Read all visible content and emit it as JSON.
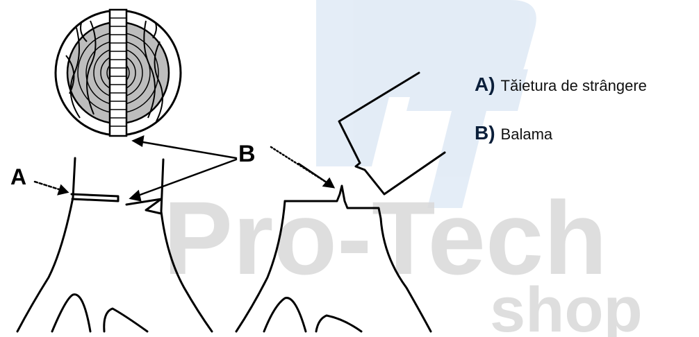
{
  "watermark": {
    "logo_text": "PT",
    "brand_text": "Pro-Tech",
    "sub_text": "shop",
    "logo_color": "#7aa4d6",
    "text_color": "#d9d9d9"
  },
  "diagram": {
    "callout_a": "A",
    "callout_b": "B"
  },
  "legend": {
    "items": [
      {
        "key": "A)",
        "text": "Tăietura de strângere"
      },
      {
        "key": "B)",
        "text": "Balama"
      }
    ]
  }
}
